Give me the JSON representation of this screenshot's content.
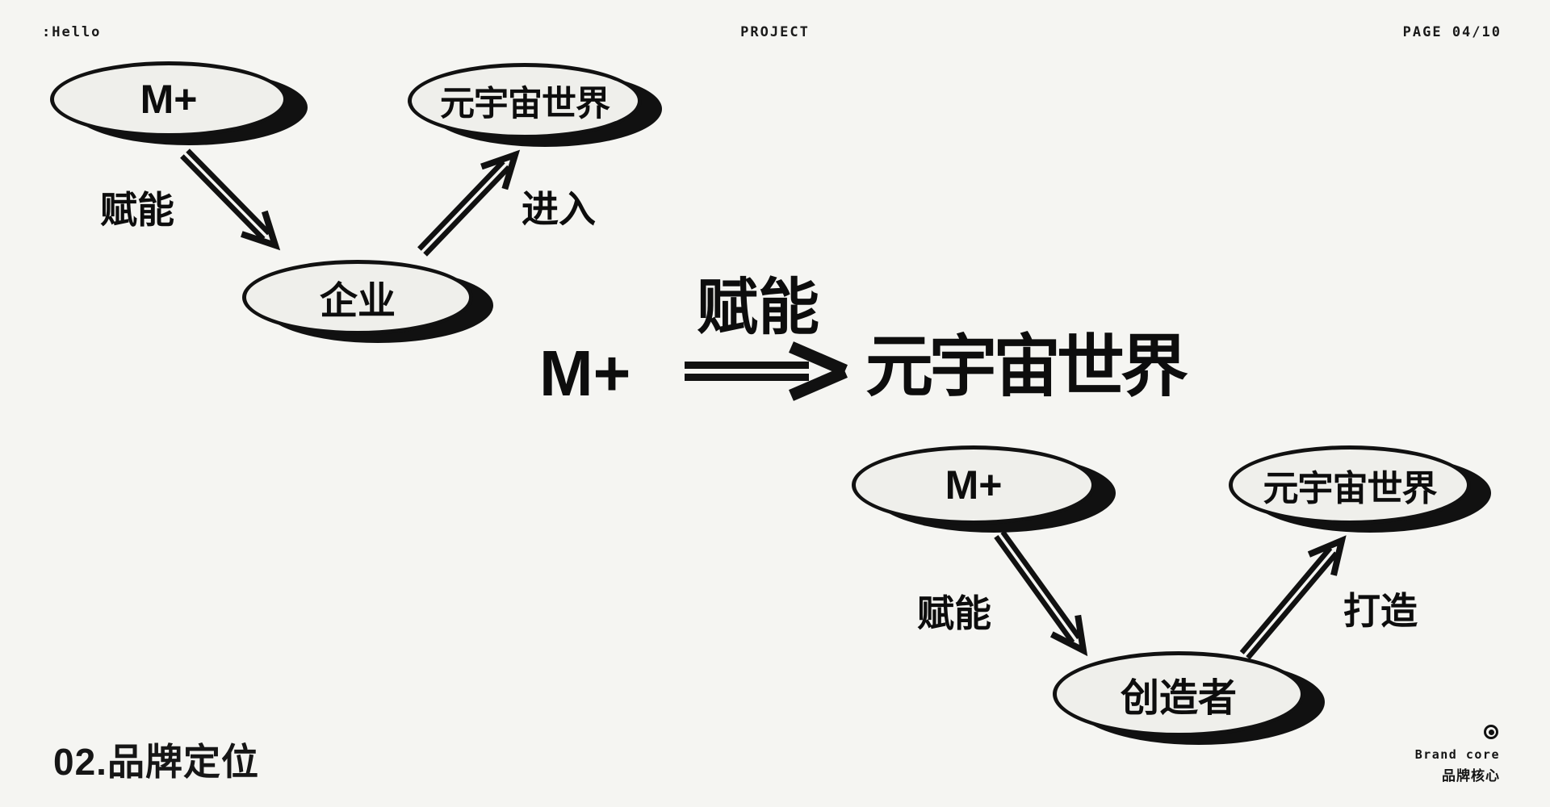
{
  "header": {
    "hello": ":Hello",
    "project": "PROJECT",
    "page": "PAGE 04/10"
  },
  "diagram_left": {
    "node_mplus": "M+",
    "node_metaverse": "元宇宙世界",
    "node_enterprise": "企业",
    "label_empower": "赋能",
    "label_enter": "进入"
  },
  "diagram_center": {
    "from": "M+",
    "label": "赋能",
    "to": "元宇宙世界"
  },
  "diagram_right": {
    "node_mplus": "M+",
    "node_metaverse": "元宇宙世界",
    "node_creator": "创造者",
    "label_empower": "赋能",
    "label_build": "打造"
  },
  "footer": {
    "section_number": "02",
    "section_separator": ".",
    "section_title": "品牌定位",
    "brand_core_en": "Brand core",
    "brand_core_cn": "品牌核心"
  },
  "icons": {
    "brand_core_icon": "circled-dot-target"
  },
  "colors": {
    "background": "#f5f5f2",
    "node_fill": "#efefeb",
    "ink": "#111111"
  }
}
